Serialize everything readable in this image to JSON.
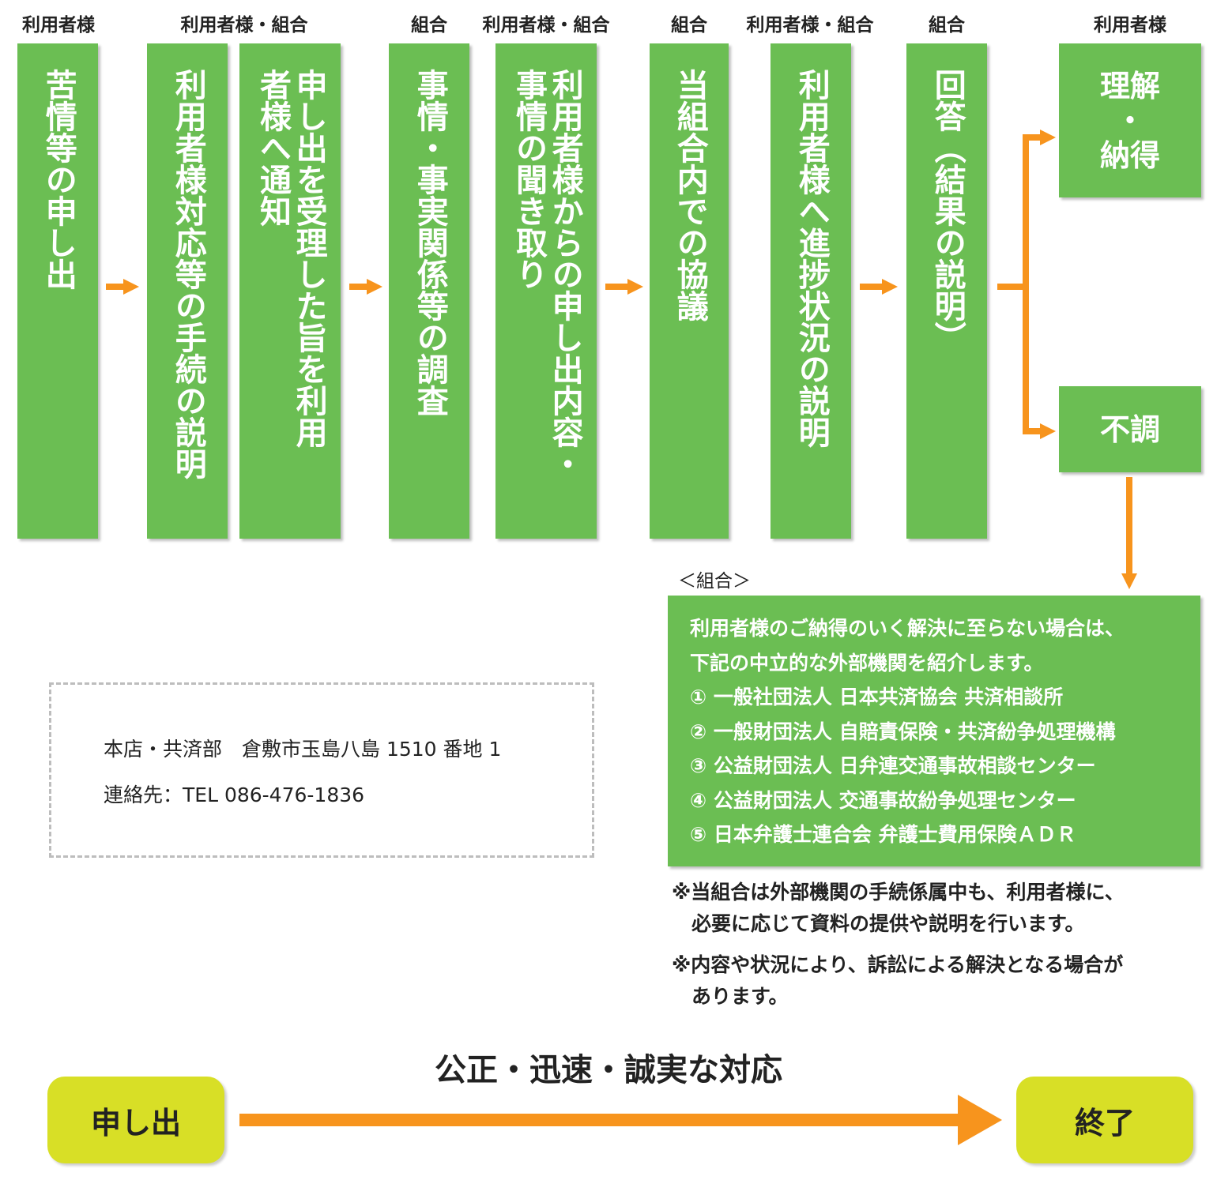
{
  "actors": [
    "利用者様",
    "利用者様・組合",
    "組合",
    "利用者様・組合",
    "組合",
    "利用者様・組合",
    "組合",
    "利用者様"
  ],
  "steps": [
    "苦情等の申し出",
    "利用者様対応等の手続の説明",
    "申し出を受理した旨を利用\n者様へ通知",
    "事情・事実関係等の調査",
    "利用者様からの申し出内容・\n事情の聞き取り",
    "当組合内での協議",
    "利用者様へ進捗状況の説明",
    "回答（結果の説明）"
  ],
  "outcomes": {
    "ok": "理解\n・\n納得",
    "ng": "不調"
  },
  "referral": {
    "heading": "＜組合＞",
    "lines": [
      "利用者様のご納得のいく解決に至らない場合は、",
      "下記の中立的な外部機関を紹介します。",
      "① 一般社団法人 日本共済協会 共済相談所",
      "② 一般財団法人 自賠責保険・共済紛争処理機構",
      "③ 公益財団法人 日弁連交通事故相談センター",
      "④ 公益財団法人 交通事故紛争処理センター",
      "⑤ 日本弁護士連合会 弁護士費用保険ＡＤＲ"
    ]
  },
  "remarks": [
    "※当組合は外部機関の手続係属中も、利用者様に、",
    "　必要に応じて資料の提供や説明を行います。",
    "※内容や状況により、訴訟による解決となる場合が",
    "　あります。"
  ],
  "address": {
    "line1": "本店・共済部　倉敷市玉島八島 1510 番地 1",
    "line2": "連絡先：TEL 086-476-1836"
  },
  "timeline": {
    "start": "申し出",
    "motto": "公正・迅速・誠実な対応",
    "end": "終了"
  },
  "colors": {
    "box_green": "#6bbe53",
    "arrow_orange": "#f7941d",
    "pill_yellow": "#d8df26",
    "dashed_border": "#bdbdbd"
  }
}
